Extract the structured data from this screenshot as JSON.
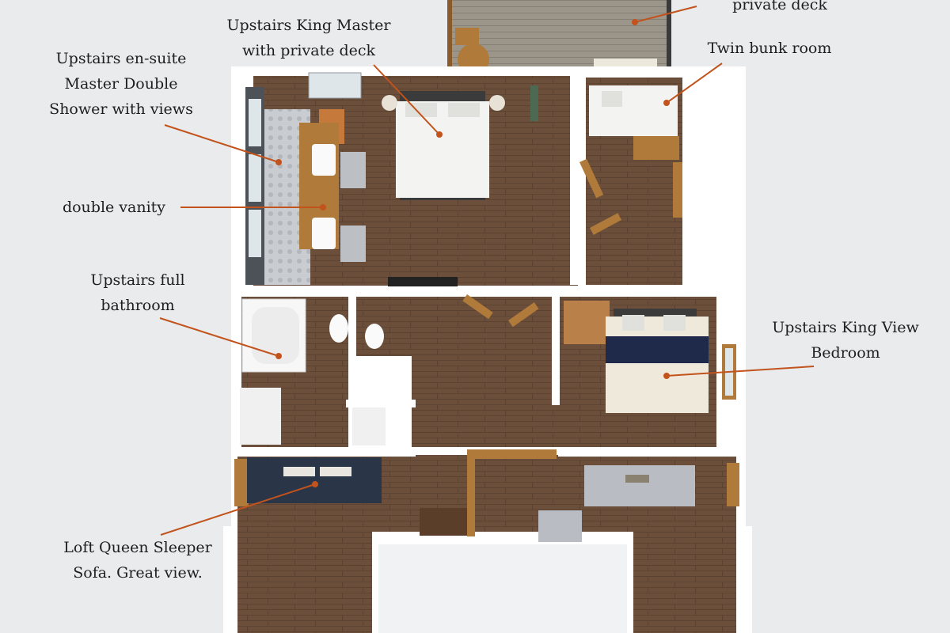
{
  "labels": {
    "private_deck": [
      "private deck"
    ],
    "king_master": [
      "Upstairs King Master",
      "with private deck"
    ],
    "en_suite": [
      "Upstairs en-suite",
      "Master Double",
      "Shower with views"
    ],
    "twin_bunk": [
      "Twin bunk room"
    ],
    "double_vanity": [
      "double vanity"
    ],
    "full_bath": [
      "Upstairs full",
      "bathroom"
    ],
    "king_view": [
      "Upstairs King View",
      "Bedroom"
    ],
    "loft_sofa": [
      "Loft Queen Sleeper",
      "Sofa. Great view."
    ]
  },
  "colors": {
    "background": "#e9ebed",
    "wall": "#ffffff",
    "floor_wood": "#6b4f3a",
    "deck": "#9c958a",
    "tile": "#c9ccd0",
    "trim_wood": "#b07a3a",
    "leader": "#c2531c",
    "navy_bedding": "#1f2a4a",
    "sofa_navy": "#2b3548",
    "sofa_grey": "#b9bdc3",
    "bedding_white": "#f3f3f1",
    "text": "#1e1e1e"
  }
}
